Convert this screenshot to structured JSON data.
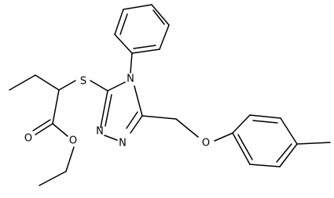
{
  "atoms": {
    "sulfur": "S",
    "triazole_n4": "N",
    "triazole_n1": "N",
    "triazole_n2": "N",
    "ether_oxygen": "O",
    "carbonyl_oxygen": "O",
    "ester_oxygen": "O"
  },
  "colors": {
    "bond": "#000000",
    "label": "#000000",
    "background": "#ffffff"
  }
}
